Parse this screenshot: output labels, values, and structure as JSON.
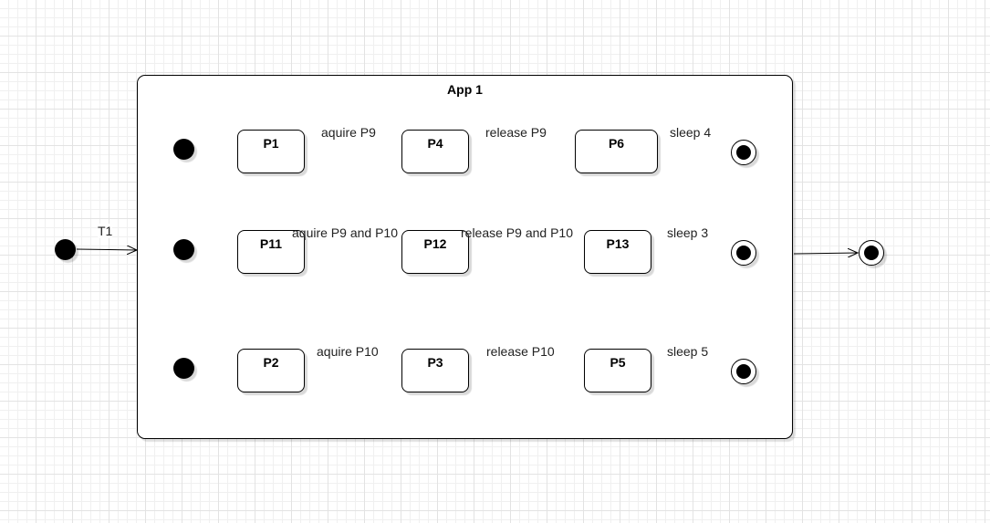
{
  "diagram": {
    "container_title": "App 1",
    "outer_transition_label": "T1",
    "rows": [
      {
        "states": [
          "P1",
          "P4",
          "P6"
        ],
        "transitions": [
          "aquire P9",
          "release P9",
          "sleep 4"
        ]
      },
      {
        "states": [
          "P11",
          "P12",
          "P13"
        ],
        "transitions": [
          "aquire P9 and P10",
          "release P9 and P10",
          "sleep 3"
        ]
      },
      {
        "states": [
          "P2",
          "P3",
          "P5"
        ],
        "transitions": [
          "aquire P10",
          "release P10",
          "sleep 5"
        ]
      }
    ]
  }
}
